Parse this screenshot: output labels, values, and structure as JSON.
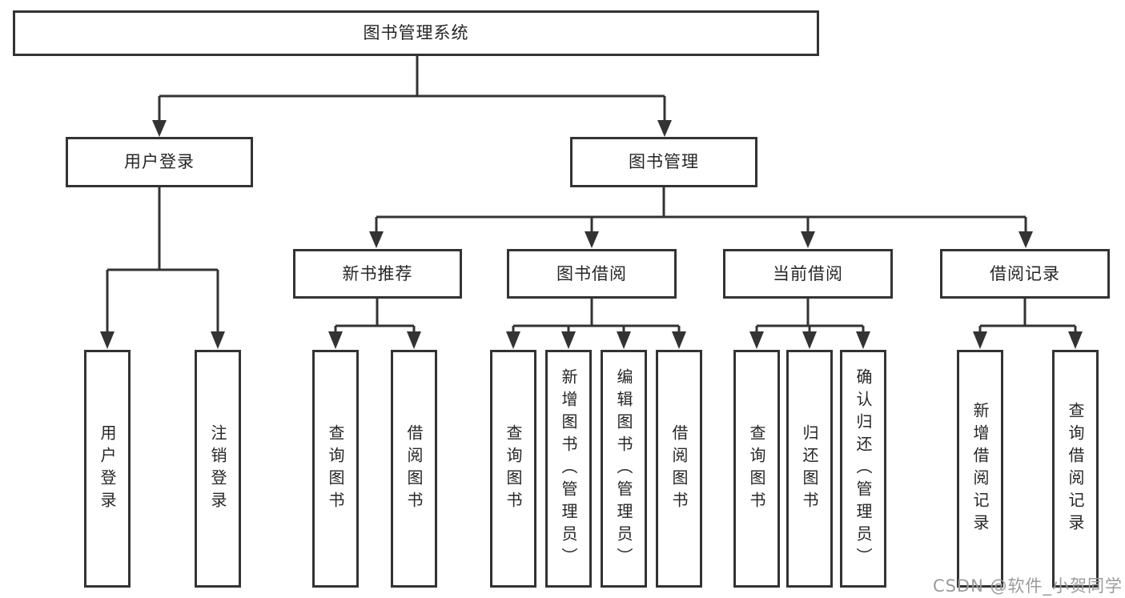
{
  "colors": {
    "line": "#333333",
    "text": "#262626",
    "watermark": "#9b9b9b",
    "background": "#ffffff"
  },
  "watermark": "CSDN @软件_小贺同学",
  "tree": {
    "label": "图书管理系统",
    "children": [
      {
        "label": "用户登录",
        "children": [
          {
            "label": "用户登录"
          },
          {
            "label": "注销登录"
          }
        ]
      },
      {
        "label": "图书管理",
        "children": [
          {
            "label": "新书推荐",
            "children": [
              {
                "label": "查询图书"
              },
              {
                "label": "借阅图书"
              }
            ]
          },
          {
            "label": "图书借阅",
            "children": [
              {
                "label": "查询图书"
              },
              {
                "label": "新增图书（管理员）"
              },
              {
                "label": "编辑图书（管理员）"
              },
              {
                "label": "借阅图书"
              }
            ]
          },
          {
            "label": "当前借阅",
            "children": [
              {
                "label": "查询图书"
              },
              {
                "label": "归还图书"
              },
              {
                "label": "确认归还（管理员）"
              }
            ]
          },
          {
            "label": "借阅记录",
            "children": [
              {
                "label": "新增借阅记录"
              },
              {
                "label": "查询借阅记录"
              }
            ]
          }
        ]
      }
    ]
  }
}
